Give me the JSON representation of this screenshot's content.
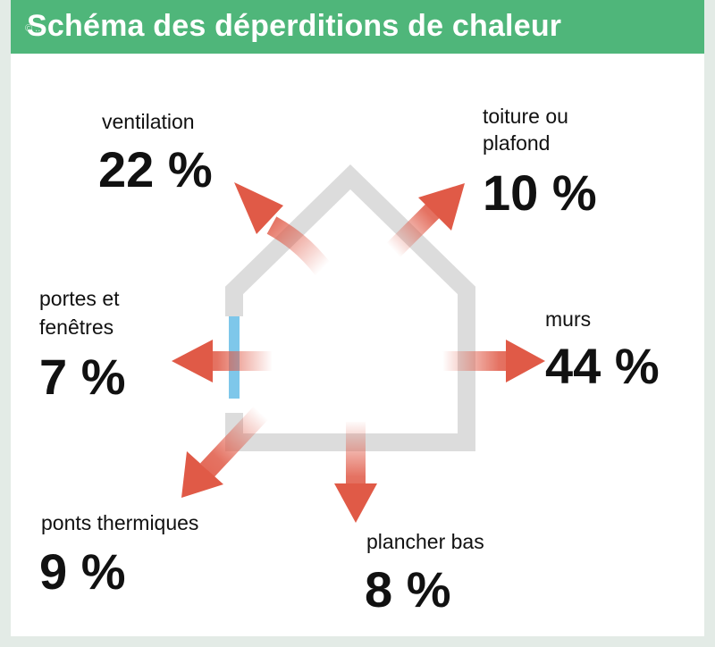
{
  "title": "Schéma des déperditions de chaleur",
  "watermark": "© ...",
  "colors": {
    "header": "#4fb67a",
    "arrow": "#e05a47",
    "house_outline": "#dcdcdc",
    "window": "#7ec7ea",
    "text": "#111111"
  },
  "losses": [
    {
      "id": "ventilation",
      "label_lines": [
        "ventilation"
      ],
      "value": "22 %"
    },
    {
      "id": "toiture",
      "label_lines": [
        "toiture ou",
        "plafond"
      ],
      "value": "10 %"
    },
    {
      "id": "portes",
      "label_lines": [
        "portes et",
        "fenêtres"
      ],
      "value": "7 %"
    },
    {
      "id": "murs",
      "label_lines": [
        "murs"
      ],
      "value": "44 %"
    },
    {
      "id": "ponts",
      "label_lines": [
        "ponts thermiques"
      ],
      "value": "9 %"
    },
    {
      "id": "plancher",
      "label_lines": [
        "plancher bas"
      ],
      "value": "8 %"
    }
  ]
}
